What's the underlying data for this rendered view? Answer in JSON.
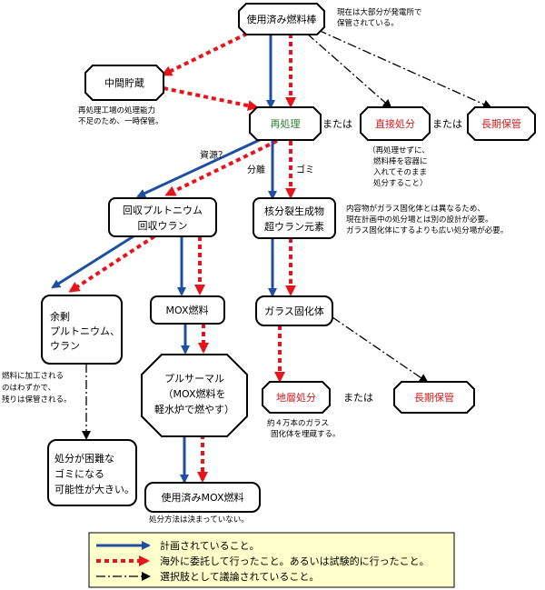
{
  "nodes": {
    "spent_fuel": "使用済み燃料棒",
    "interim_storage": "中間貯蔵",
    "reprocessing": "再処理",
    "direct_disposal": "直接処分",
    "long_term_storage_1": "長期保管",
    "recovered_pu_u": [
      "回収プルトニウム",
      "回収ウラン"
    ],
    "fission_products": [
      "核分裂生成物",
      "超ウラン元素"
    ],
    "surplus_pu_u": [
      "余剰",
      "プルトニウム、",
      "ウラン"
    ],
    "mox_fuel": "MOX燃料",
    "glass_solid": "ガラス固化体",
    "pluthermal": [
      "プルサーマル",
      "（MOX燃料を",
      "軽水炉で燃やす）"
    ],
    "geological_disposal": "地層処分",
    "long_term_storage_2": "長期保管",
    "hard_waste": [
      "処分が困難な",
      "ゴミになる",
      "可能性が大きい。"
    ],
    "spent_mox": "使用済みMOX燃料"
  },
  "connectors": {
    "or_1": "または",
    "or_2": "または",
    "or_3": "または"
  },
  "edge_labels": {
    "resource": "資源？",
    "separation": "分離",
    "garbage": "ゴミ"
  },
  "notes": {
    "spent_fuel_note": [
      "現在は大部分が発電所で",
      "保管されている。"
    ],
    "interim_note": [
      "再処理工場の処理能力",
      "不足のため、一時保管。"
    ],
    "direct_note": [
      "（再処理せずに、",
      "燃料棒を容器に",
      "入れてそのまま",
      "処分すること）"
    ],
    "fp_note": [
      "内容物がガラス固化体とは異なるため、",
      "現在計画中の処分場とは別の設計が必要。",
      "ガラス固化体にするよりも広い処分場が必要。"
    ],
    "surplus_note": [
      "燃料に加工される",
      "のはわずかで、",
      "残りは保管される。"
    ],
    "geo_note": [
      "約４万本のガラス",
      "固化体を埋蔵する。"
    ],
    "mox_note": "処分方法は決まっていない。"
  },
  "legend": {
    "planned": "計画されていること。",
    "overseas": "海外に委託して行ったこと。あるいは試験的に行ったこと。",
    "option": "選択肢として議論されていること。"
  },
  "colors": {
    "planned": "#1f4fa0",
    "overseas": "#e8141b",
    "option": "#000000",
    "red_text": "#d11a1a",
    "green_text": "#2e7d32"
  }
}
